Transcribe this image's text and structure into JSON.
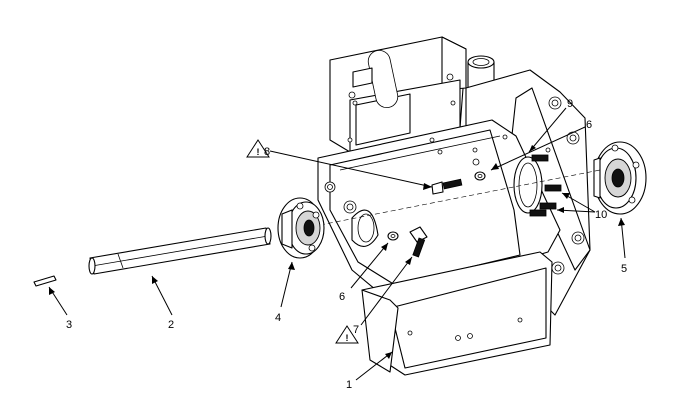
{
  "diagram": {
    "callouts": [
      {
        "id": "c1",
        "label": "1",
        "warning": false
      },
      {
        "id": "c2",
        "label": "2",
        "warning": false
      },
      {
        "id": "c3",
        "label": "3",
        "warning": false
      },
      {
        "id": "c4",
        "label": "4",
        "warning": false
      },
      {
        "id": "c5",
        "label": "5",
        "warning": false
      },
      {
        "id": "c6a",
        "label": "6",
        "warning": false
      },
      {
        "id": "c6b",
        "label": "6",
        "warning": false
      },
      {
        "id": "c7",
        "label": "7",
        "warning": true
      },
      {
        "id": "c8",
        "label": "8",
        "warning": true
      },
      {
        "id": "c9",
        "label": "9",
        "warning": false
      },
      {
        "id": "c10",
        "label": "10",
        "warning": false
      }
    ],
    "warning_symbol": "!"
  }
}
